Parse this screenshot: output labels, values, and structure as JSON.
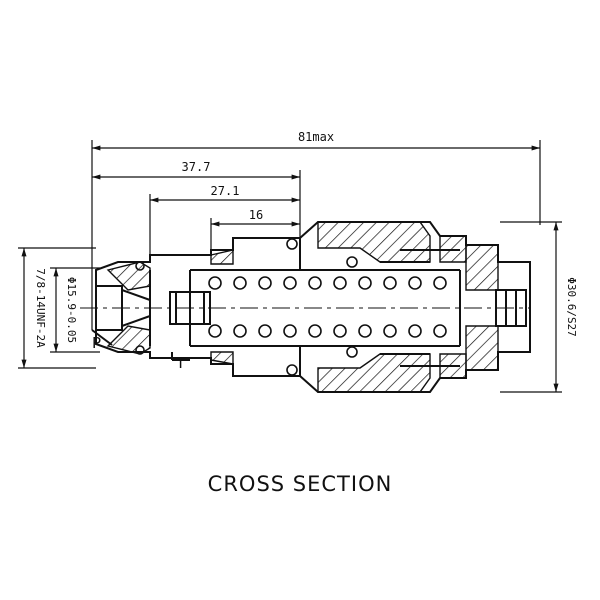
{
  "caption": "CROSS SECTION",
  "dimensions": {
    "overall_length": "81max",
    "length_a": "37.7",
    "length_b": "27.1",
    "length_c": "16",
    "thread": "7/8-14UNF-2A",
    "nose_diameter": "Φ15.9-0.05",
    "body_diameter": "Φ30.6/S27"
  },
  "ports": {
    "pressure": "P",
    "tank": "T"
  }
}
